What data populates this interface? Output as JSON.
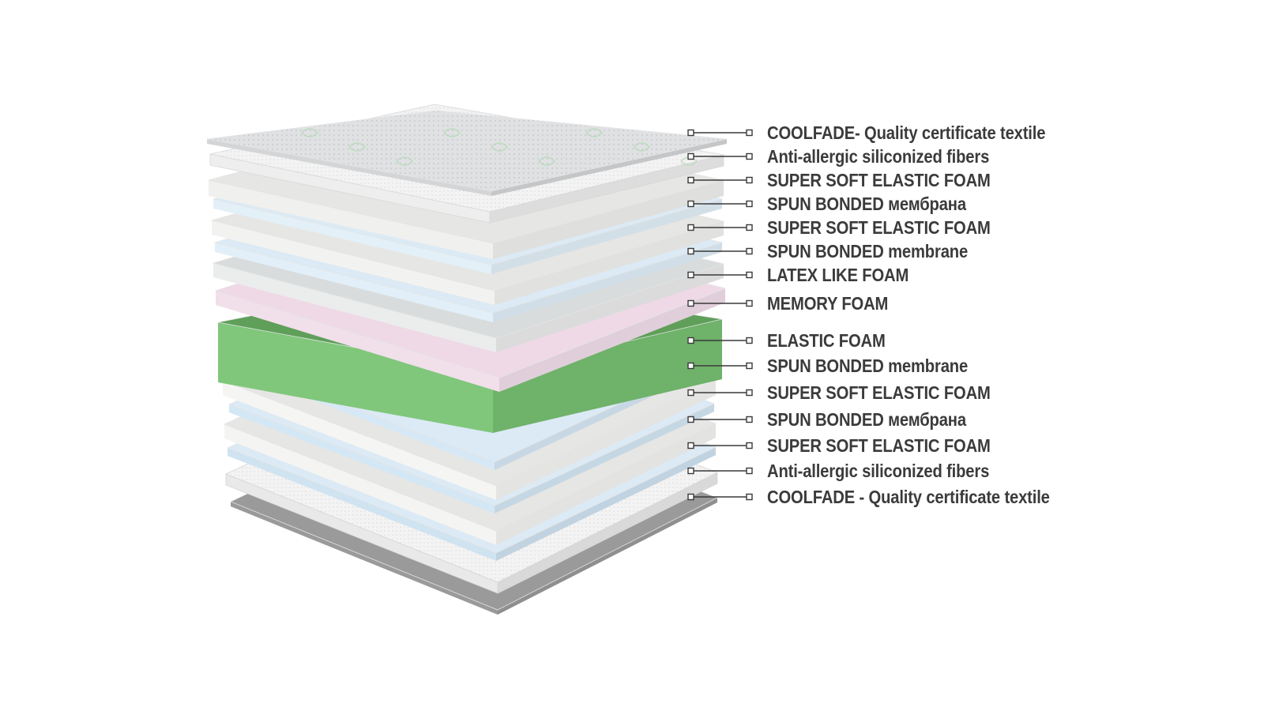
{
  "layers": [
    {
      "label": "COOLFADE- Quality certificate textile",
      "type": "textile-top"
    },
    {
      "label": "Anti-allergic siliconized fibers",
      "type": "fiber"
    },
    {
      "label": "SUPER SOFT ELASTIC FOAM",
      "type": "soft-foam"
    },
    {
      "label": "SPUN BONDED мембрана",
      "type": "membrane"
    },
    {
      "label": "SUPER SOFT ELASTIC FOAM",
      "type": "soft-foam"
    },
    {
      "label": "SPUN BONDED membrane",
      "type": "membrane"
    },
    {
      "label": "LATEX LIKE FOAM",
      "type": "latex"
    },
    {
      "label": "MEMORY FOAM",
      "type": "memory"
    },
    {
      "label": "ELASTIC FOAM",
      "type": "elastic"
    },
    {
      "label": "SPUN BONDED membrane",
      "type": "membrane"
    },
    {
      "label": "SUPER SOFT ELASTIC FOAM",
      "type": "soft-foam"
    },
    {
      "label": "SPUN BONDED мембрана",
      "type": "membrane"
    },
    {
      "label": "SUPER SOFT ELASTIC FOAM",
      "type": "soft-foam"
    },
    {
      "label": "Anti-allergic siliconized fibers",
      "type": "fiber"
    },
    {
      "label": "COOLFADE - Quality certificate textile",
      "type": "textile-bottom"
    }
  ],
  "colors": {
    "label_text": "#3b3b3b",
    "leader_line": "#3a3a3a",
    "textile_top": "#dfe1e3",
    "textile_pattern": "#b9d9b9",
    "fiber": "#f2f2f2",
    "soft_foam": "#e6e6e4",
    "membrane": "#dbeaf5",
    "latex": "#d9dcdc",
    "memory": "#efd9e6",
    "elastic_top": "#5f9f5a",
    "elastic_front": "#80c77b",
    "elastic_side": "#6fb26a",
    "base": "#9a9a9a"
  }
}
